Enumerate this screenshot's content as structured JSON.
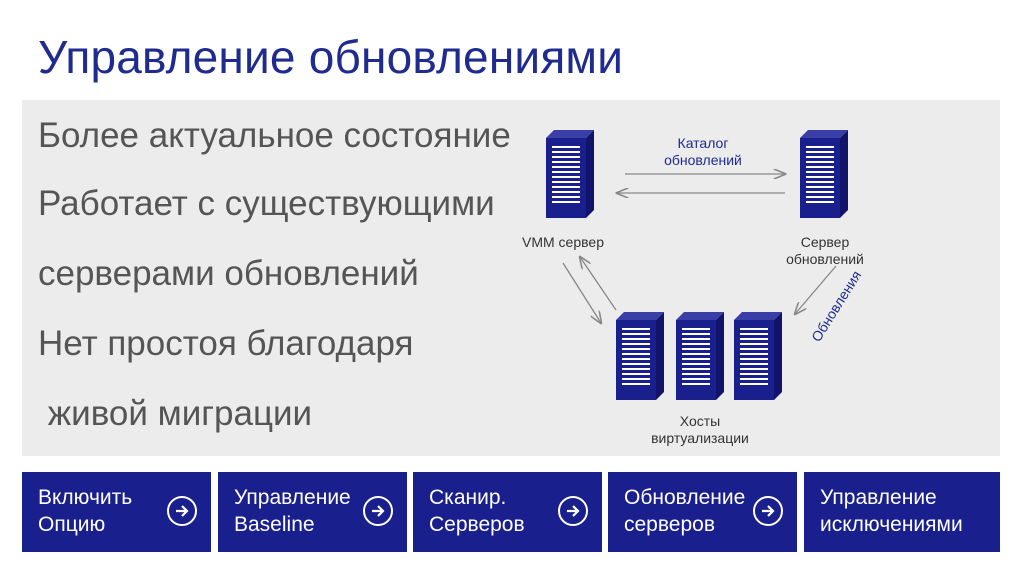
{
  "title": "Управление обновлениями",
  "bullets": [
    "Более актуальное состояние",
    "Работает с существующими",
    "серверами обновлений",
    "Нет простоя благодаря",
    " живой миграции"
  ],
  "diagram": {
    "catalog_label_line1": "Каталог",
    "catalog_label_line2": "обновлений",
    "vmm_label": "VMM сервер",
    "update_server_line1": "Сервер",
    "update_server_line2": "обновлений",
    "updates_rotated": "Обновления",
    "hosts_line1": "Хосты",
    "hosts_line2": "виртуализации"
  },
  "steps": [
    {
      "line1": "Включить",
      "line2": "Опцию"
    },
    {
      "line1": "Управление",
      "line2": "Baseline"
    },
    {
      "line1": "Сканир.",
      "line2": "Серверов"
    },
    {
      "line1": "Обновление",
      "line2": "серверов"
    },
    {
      "line1": "Управление",
      "line2": "исключениями"
    }
  ],
  "colors": {
    "accent": "#1a1f8e",
    "title": "#1f2b8f",
    "panel": "#ececec",
    "text": "#555555"
  }
}
